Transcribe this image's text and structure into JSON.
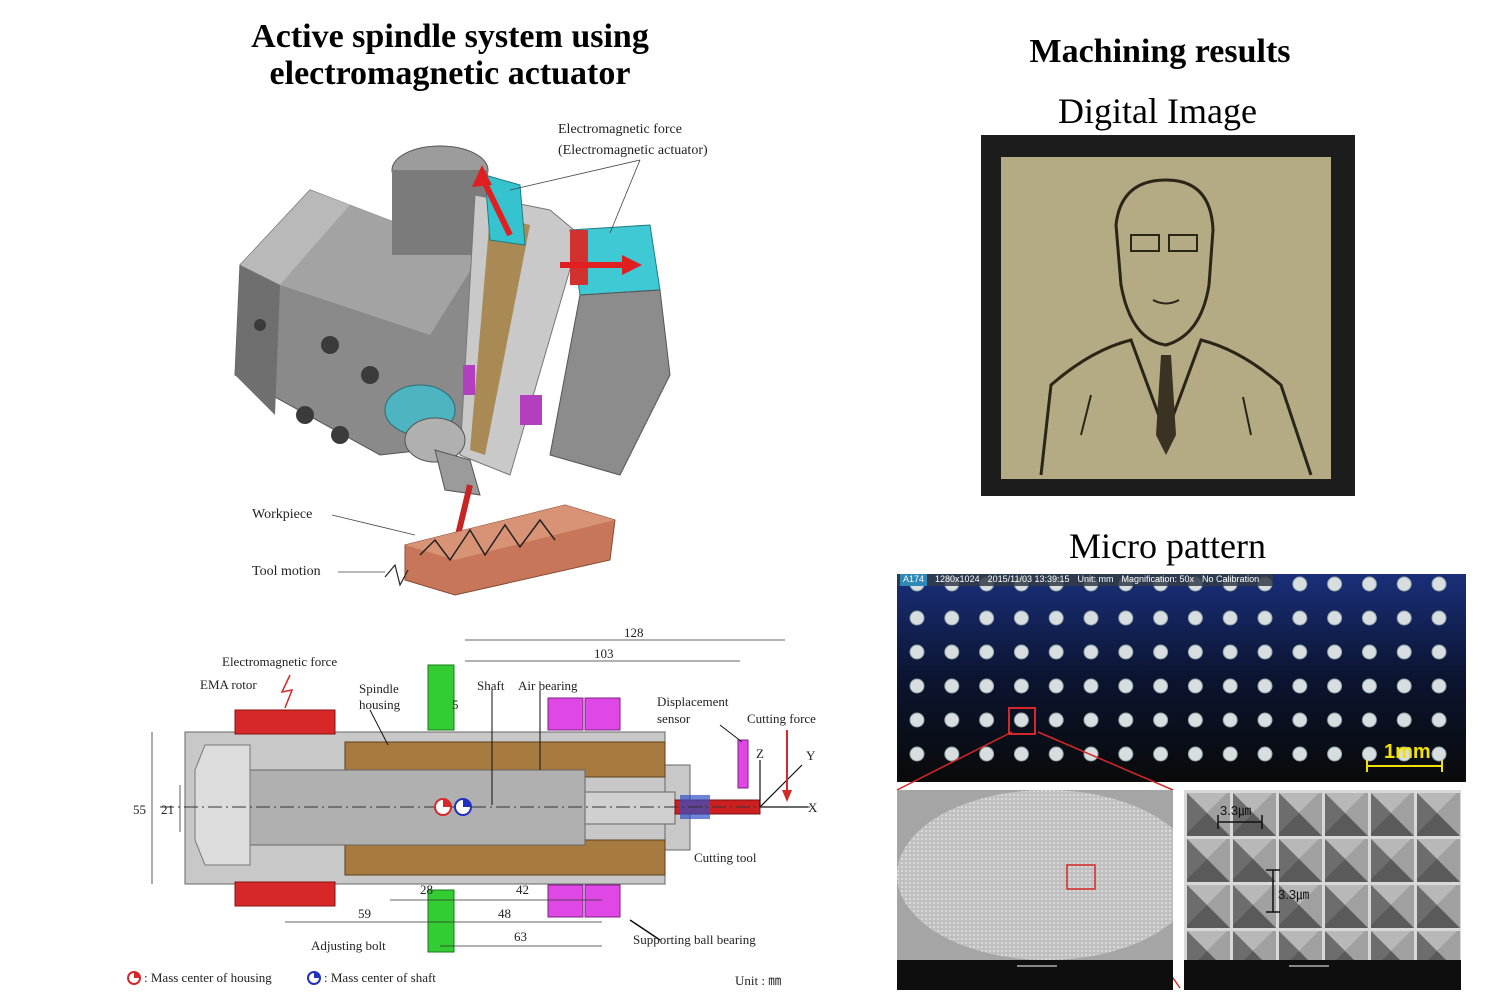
{
  "left": {
    "title_line1": "Active spindle system using",
    "title_line2": "electromagnetic actuator",
    "iso_labels": {
      "em_force": "Electromagnetic force",
      "em_actuator": "(Electromagnetic actuator)",
      "workpiece": "Workpiece",
      "tool_motion": "Tool motion"
    },
    "section_labels": {
      "em_force": "Electromagnetic force",
      "ema_rotor": "EMA rotor",
      "spindle_housing_1": "Spindle",
      "spindle_housing_2": "housing",
      "shaft": "Shaft",
      "air_bearing": "Air bearing",
      "displacement_1": "Displacement",
      "displacement_2": "sensor",
      "cutting_force": "Cutting force",
      "cutting_tool": "Cutting tool",
      "adjusting_bolt": "Adjusting bolt",
      "supporting_bearing": "Supporting ball bearing",
      "legend_housing": ": Mass center of housing",
      "legend_shaft": ": Mass center of shaft",
      "unit": "Unit : ㎜",
      "axis_x": "X",
      "axis_y": "Y",
      "axis_z": "Z"
    },
    "dimensions": {
      "d128": "128",
      "d103": "103",
      "d5": "5",
      "d55": "55",
      "d21": "21",
      "d28": "28",
      "d42": "42",
      "d59": "59",
      "d48": "48",
      "d63": "63"
    }
  },
  "right": {
    "title": "Machining results",
    "digital_image": "Digital Image",
    "micro_pattern": "Micro pattern",
    "micro_header": {
      "id": "A174",
      "res": "1280x1024",
      "datetime": "2015/11/03 13:39:15",
      "unit": "Unit: mm",
      "mag": "Magnification:  50x",
      "calib": "No Calibration"
    },
    "scale_1mm": "1mm",
    "scale_33a": "3.3㎛",
    "scale_33b": "3.3㎛"
  }
}
